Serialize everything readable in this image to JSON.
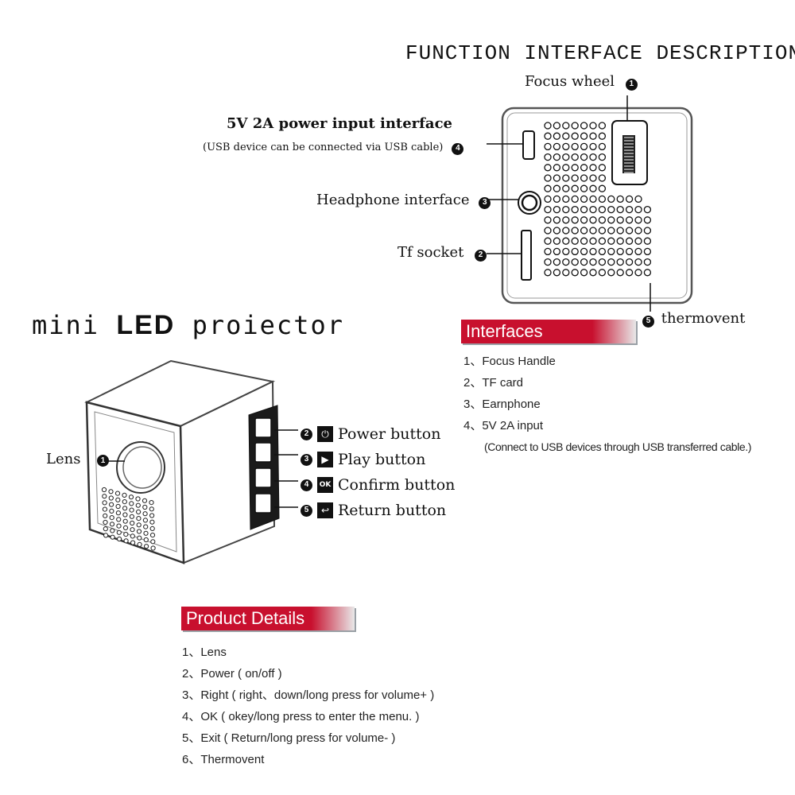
{
  "title": "FUNCTION INTERFACE DESCRIPTION",
  "subtitle": {
    "before": "mini ",
    "bold": "LED",
    "after": " proiector"
  },
  "rear_callouts": {
    "focus_wheel": {
      "num": "1",
      "label": "Focus wheel"
    },
    "tf_socket": {
      "num": "2",
      "label": "Tf socket"
    },
    "headphone": {
      "num": "3",
      "label": "Headphone interface"
    },
    "power_input": {
      "num": "4",
      "label": "5V 2A power input interface",
      "sub": "(USB device can be connected via USB cable)"
    },
    "thermovent": {
      "num": "5",
      "label": "thermovent"
    }
  },
  "front_callouts": {
    "lens": {
      "num": "1",
      "label": "Lens"
    },
    "buttons": [
      {
        "num": "2",
        "icon": "power-icon",
        "glyph": "⏻",
        "label": "Power button"
      },
      {
        "num": "3",
        "icon": "play-icon",
        "glyph": "▶",
        "label": "Play button"
      },
      {
        "num": "4",
        "icon": "ok-icon",
        "glyph": "OK",
        "label": "Confirm button"
      },
      {
        "num": "5",
        "icon": "return-icon",
        "glyph": "↩",
        "label": "Return button"
      }
    ]
  },
  "interfaces": {
    "heading": "Interfaces",
    "items": [
      "1、Focus Handle",
      "2、TF card",
      "3、Earnphone",
      "4、5V 2A input"
    ],
    "note": "(Connect to USB devices through USB  transferred cable.)"
  },
  "product_details": {
    "heading": "Product Details",
    "items": [
      "1、Lens",
      "2、Power ( on/off )",
      "3、Right ( right、down/long press for volume+ )",
      "4、OK ( okey/long press to enter the menu. )",
      "5、Exit ( Return/long press  for volume- )",
      "6、Thermovent"
    ]
  },
  "colors": {
    "banner_red": "#c8102e",
    "ink": "#111111"
  }
}
